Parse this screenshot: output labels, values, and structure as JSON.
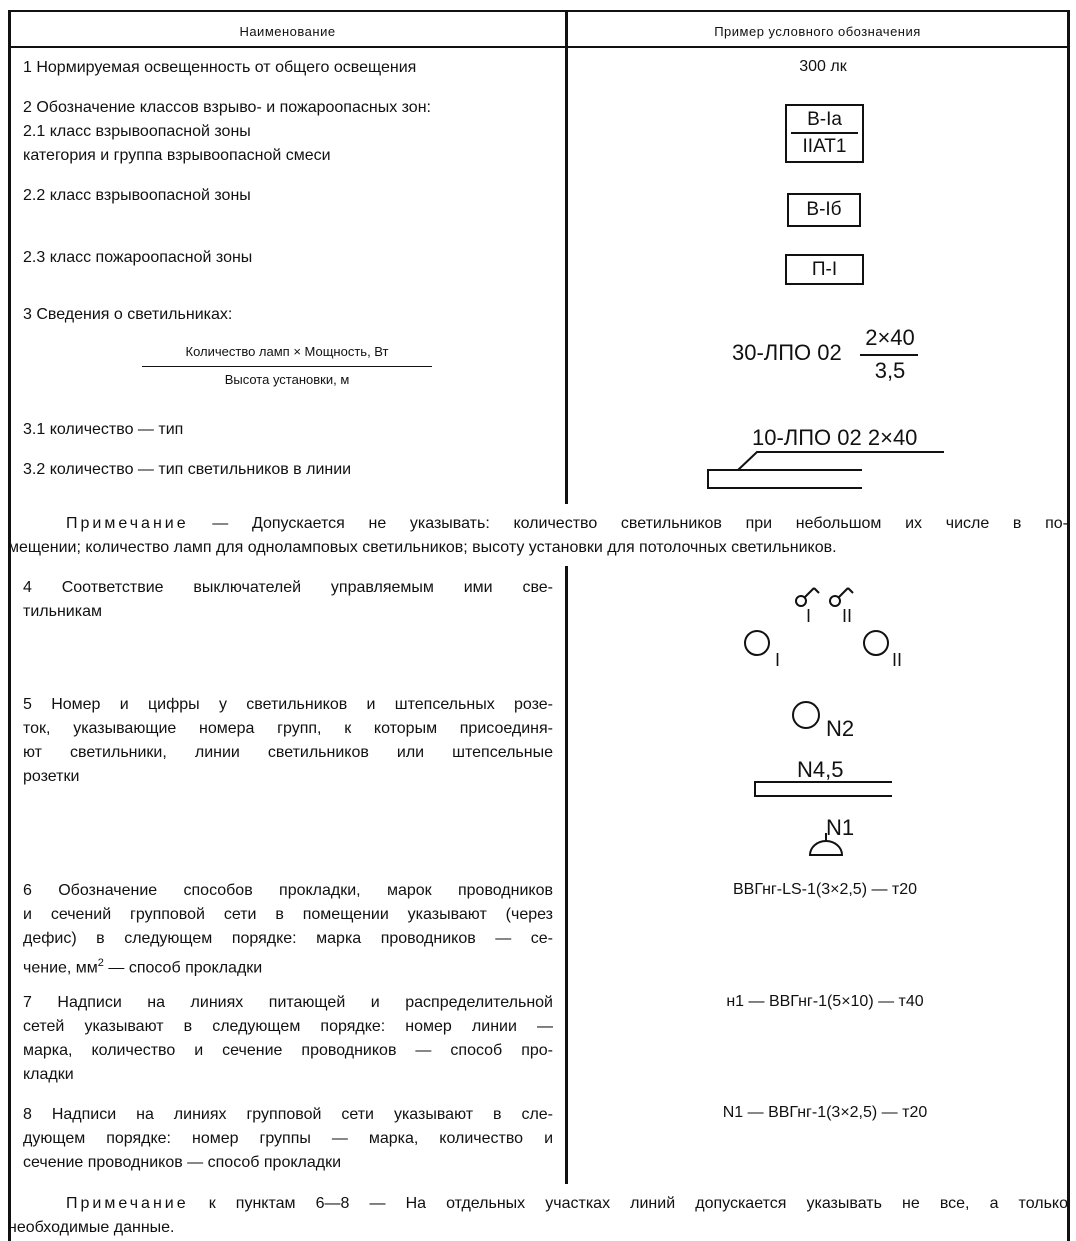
{
  "table": {
    "header": {
      "name": "Наименование",
      "example": "Пример условного обозначения"
    },
    "rows": {
      "r1": {
        "text": "1 Нормируемая освещенность от общего освещения",
        "example": "300 лк"
      },
      "r2": {
        "lines": [
          "2 Обозначение классов взрыво- и пожароопасных зон:",
          "2.1 класс взрывоопасной зоны",
          "категория и группа взрывоопасной смеси"
        ],
        "example_top": "В-Iа",
        "example_bottom": "IIАТ1"
      },
      "r2_2": {
        "text": "2.2 класс взрывоопасной зоны",
        "example": "В-Iб"
      },
      "r2_3": {
        "text": "2.3 класс пожароопасной зоны",
        "example": "П-I"
      },
      "r3": {
        "text": "3 Сведения о светильниках:",
        "fraction_top": "Количество ламп × Мощность, Вт",
        "fraction_bottom": "Высота установки, м",
        "example_prefix": "30-ЛПО 02",
        "example_num": "2×40",
        "example_den": "3,5"
      },
      "r3_1": {
        "text": "3.1 количество — тип",
        "example": "10-ЛПО 02 2×40"
      },
      "r3_2": {
        "text": "3.2 количество — тип светильников в линии"
      },
      "r4": {
        "lines": [
          "4 Соответствие выключателей управляемым ими све-",
          "тильникам"
        ],
        "sw1": "I",
        "sw2": "II",
        "lamp1": "I",
        "lamp2": "II"
      },
      "r5": {
        "lines": [
          "5 Номер и цифры у светильников и штепсельных розе-",
          "ток, указывающие номера групп, к которым присоединя-",
          "ют светильники, линии светильников или штепсельные",
          "розетки"
        ],
        "lamp_label": "N2",
        "line_label": "N4,5",
        "socket_label": "N1"
      },
      "r6": {
        "lines": [
          "6 Обозначение способов прокладки, марок проводников",
          "и сечений групповой сети в помещении указывают (через",
          "дефис) в следующем порядке: марка проводников — се-"
        ],
        "last_pre": "чение, мм",
        "last_sup": "2",
        "last_post": " — способ прокладки",
        "example": "ВВГнг-LS-1(3×2,5) — т20"
      },
      "r7": {
        "lines": [
          "7 Надписи на линиях питающей и распределительной",
          "сетей указывают в следующем порядке: номер линии —",
          "марка, количество и сечение проводников —  способ про-",
          "кладки"
        ],
        "example": "н1 — ВВГнг-1(5×10) — т40"
      },
      "r8": {
        "lines": [
          "8 Надписи на линиях групповой сети указывают в сле-",
          "дующем порядке: номер группы — марка, количество и",
          "сечение проводников — способ прокладки"
        ],
        "example": "N1 — ВВГнг-1(3×2,5) — т20"
      }
    },
    "note1": {
      "label": "Примечание",
      "line1": " — Допускается не указывать: количество светильников при небольшом их числе в по-",
      "line2": "мещении; количество ламп для одноламповых светильников; высоту установки для потолочных светильников."
    },
    "note2": {
      "label": "Примечание",
      "line1": " к пунктам 6—8 — На отдельных участках линий допускается указывать не все, а только",
      "line2": "необходимые данные."
    }
  }
}
